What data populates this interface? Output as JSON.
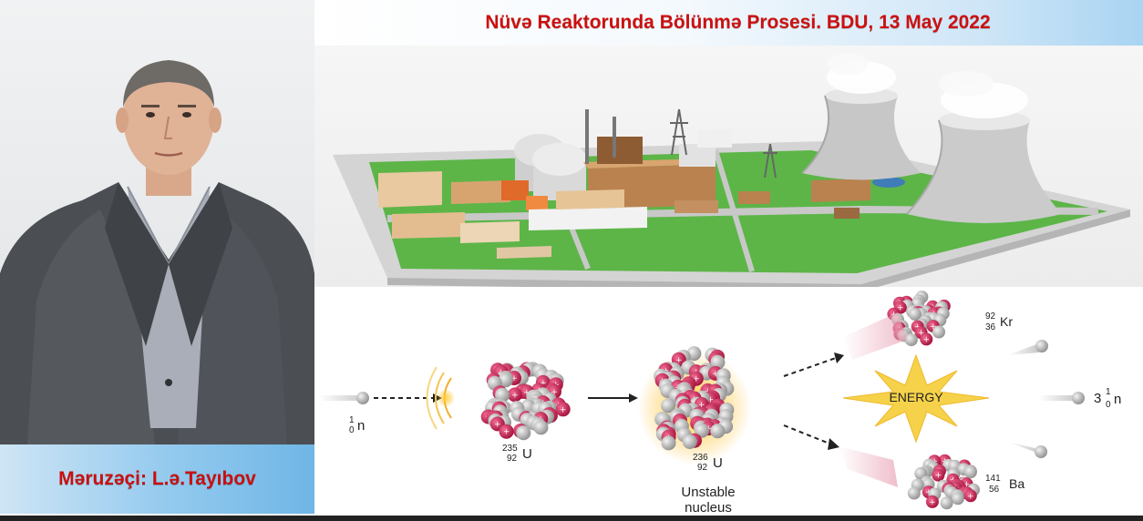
{
  "title": "Nüvə Reaktorunda Bölünmə Prosesi. BDU, 13 May 2022",
  "speaker_caption": "Məruzəçi: L.ə.Tayıbov",
  "fission": {
    "neutron_in": {
      "mass": "1",
      "atomic": "0",
      "symbol": "n"
    },
    "u235": {
      "mass": "235",
      "atomic": "92",
      "symbol": "U"
    },
    "u236": {
      "mass": "236",
      "atomic": "92",
      "symbol": "U"
    },
    "unstable_line1": "Unstable",
    "unstable_line2": "nucleus",
    "energy_label": "ENERGY",
    "kr": {
      "mass": "92",
      "atomic": "36",
      "symbol": "Kr"
    },
    "ba": {
      "mass": "141",
      "atomic": "56",
      "symbol": "Ba"
    },
    "neutrons_out": {
      "count": "3",
      "mass": "1",
      "atomic": "0",
      "symbol": "n"
    }
  },
  "colors": {
    "title_red": "#cc1010",
    "proton": "#c4164a",
    "neutron": "#b8b8b8",
    "caption_blue": "#92c9ee",
    "plant_green": "#5db548"
  }
}
